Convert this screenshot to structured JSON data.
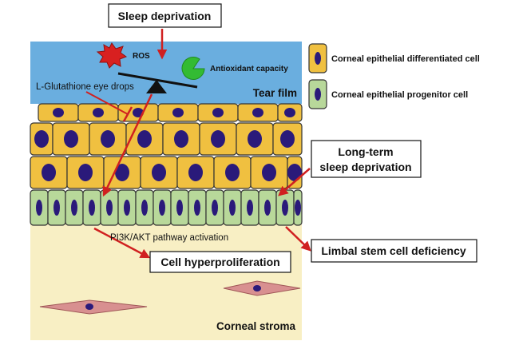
{
  "labels": {
    "sleep_deprivation": "Sleep deprivation",
    "ros": "ROS",
    "antioxidant_capacity": "Antioxidant capacity",
    "l_glutathione": "L-Glutathione eye drops",
    "tear_film": "Tear film",
    "long_term_line1": "Long-term",
    "long_term_line2": "sleep deprivation",
    "pathway": "PI3K/AKT pathway activation",
    "cell_hyperproliferation": "Cell hyperproliferation",
    "limbal_deficiency": "Limbal stem cell deficiency",
    "corneal_stroma": "Corneal stroma"
  },
  "legend": {
    "items": [
      {
        "label": "Corneal epithelial differentiated cell",
        "color": "#f0c040"
      },
      {
        "label": "Corneal epithelial progenitor cell",
        "color": "#b8d89a"
      }
    ]
  },
  "colors": {
    "tear_film": "#6aaedf",
    "stroma": "#f8efc4",
    "differentiated_cell": "#f0c040",
    "progenitor_cell": "#b8d89a",
    "nucleus": "#2a1a7a",
    "arrow": "#d02020",
    "ros_star": "#d82020",
    "antioxidant": "#33bb33",
    "fibroblast": "#d89090"
  }
}
